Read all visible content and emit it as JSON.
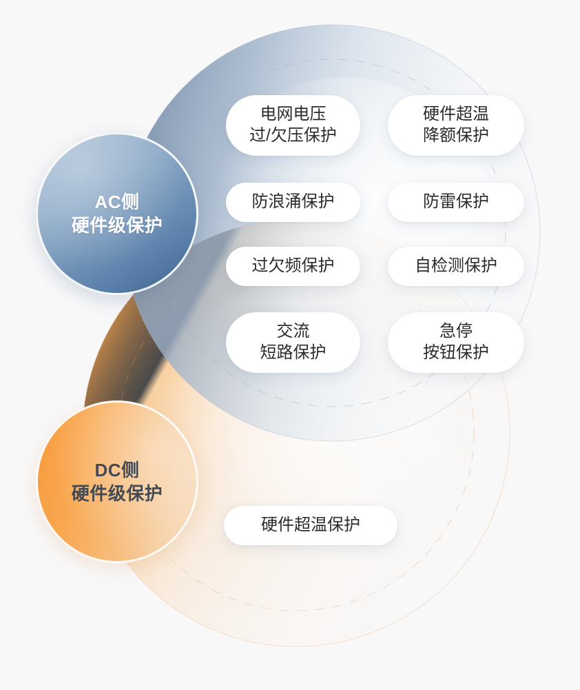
{
  "diagram": {
    "background_color": "#f8f8f9",
    "nodes": [
      {
        "id": "ac",
        "lines": [
          "AC侧",
          "硬件级保护"
        ],
        "accent_color": "#5f84ad",
        "text_color": "#ffffff"
      },
      {
        "id": "dc",
        "lines": [
          "DC侧",
          "硬件级保护"
        ],
        "accent_color": "#f79a3c",
        "text_color": "#434a54"
      }
    ],
    "ac_items": [
      {
        "lines": [
          "电网电压",
          "过/欠压保护"
        ]
      },
      {
        "lines": [
          "硬件超温",
          "降额保护"
        ]
      },
      {
        "lines": [
          "防浪涌保护"
        ]
      },
      {
        "lines": [
          "防雷保护"
        ]
      },
      {
        "lines": [
          "过欠频保护"
        ]
      },
      {
        "lines": [
          "自检测保护"
        ]
      },
      {
        "lines": [
          "交流",
          "短路保护"
        ]
      },
      {
        "lines": [
          "急停",
          "按钮保护"
        ]
      }
    ],
    "dc_items": [
      {
        "lines": [
          "硬件超温保护"
        ]
      }
    ]
  }
}
